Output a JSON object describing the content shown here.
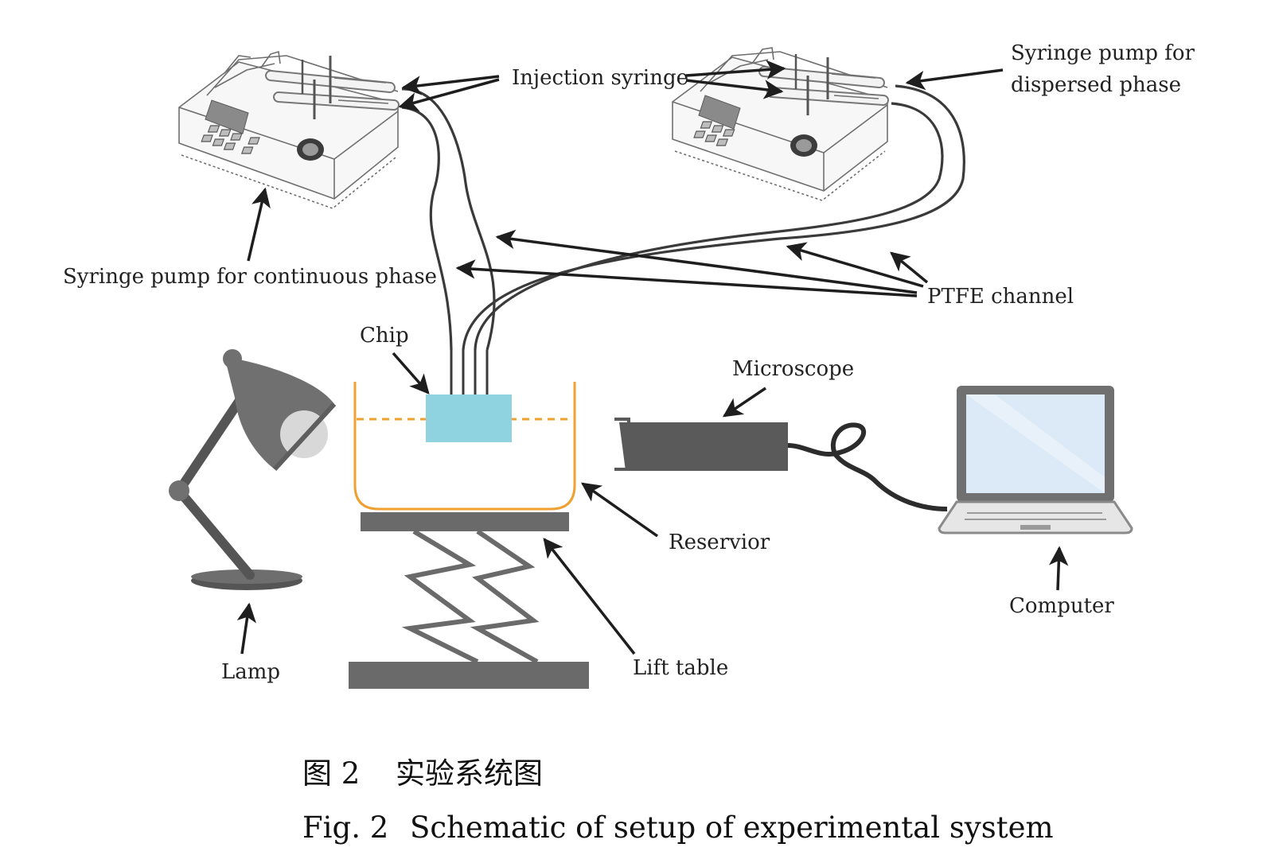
{
  "labels": {
    "injection_syringe": "Injection syringe",
    "pump_dispersed_line1": "Syringe pump for",
    "pump_dispersed_line2": "dispersed phase",
    "pump_continuous": "Syringe pump for continuous phase",
    "ptfe_channel": "PTFE channel",
    "chip": "Chip",
    "microscope": "Microscope",
    "reservior": "Reservior",
    "computer": "Computer",
    "lamp": "Lamp",
    "lift_table": "Lift table"
  },
  "caption": {
    "cn_number": "图 2",
    "cn_title": "实验系统图",
    "en_number": "Fig. 2",
    "en_title": "Schematic of setup of experimental system"
  },
  "colors": {
    "reservoir_outline": "#f0a030",
    "chip_fill": "#8fd3e0",
    "device_gray": "#5a5a5a",
    "table_gray": "#6a6a6a",
    "lamp_gray": "#707070",
    "screen_blue": "#dbeaf6"
  }
}
